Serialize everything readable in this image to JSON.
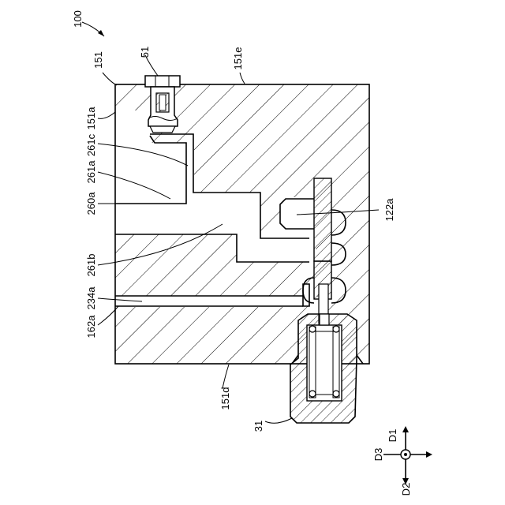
{
  "figure": {
    "ref_main": "100",
    "labels": {
      "l151": "151",
      "l51": "51",
      "l151e": "151e",
      "l151a": "151a",
      "l261c": "261c",
      "l261a": "261a",
      "l260a": "260a",
      "l261b": "261b",
      "l234a": "234a",
      "l162a": "162a",
      "l122a": "122a",
      "l151d": "151d",
      "l31": "31"
    },
    "axes": {
      "d1": "D1",
      "d2": "D2",
      "d3": "D3"
    }
  }
}
